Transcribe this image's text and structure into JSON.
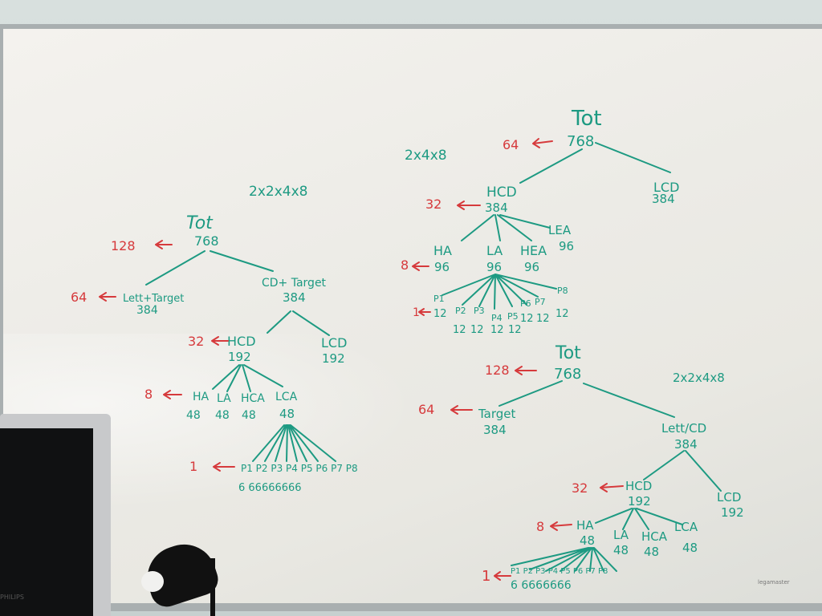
{
  "tree1": {
    "formula": "2x2x4x8",
    "root": {
      "label": "Tot",
      "value": "768",
      "side": "128"
    },
    "l1": [
      {
        "label": "Lett+Target",
        "value": "384",
        "side": "64"
      },
      {
        "label": "CD+ Target",
        "value": "384"
      }
    ],
    "l2": [
      {
        "label": "HCD",
        "value": "192",
        "side": "32"
      },
      {
        "label": "LCD",
        "value": "192"
      }
    ],
    "l3": {
      "side": "8",
      "labels": [
        "HA",
        "LA",
        "HCA",
        "LCA"
      ],
      "values": [
        "48",
        "48",
        "48",
        "48"
      ]
    },
    "l4": {
      "side": "1",
      "labels": "P1 P2 P3 P4 P5 P6 P7 P8",
      "values": "6 66666666"
    }
  },
  "tree2": {
    "formula": "2x4x8",
    "root": {
      "label": "Tot",
      "value": "768",
      "side": "64"
    },
    "l1": [
      {
        "label": "HCD",
        "value": "384",
        "side": "32"
      },
      {
        "label": "LCD",
        "value": "384"
      }
    ],
    "l2": {
      "side": "8",
      "labels": [
        "HA",
        "LA",
        "HEA",
        "LEA"
      ],
      "values": [
        "96",
        "96",
        "96",
        "96"
      ]
    },
    "l3": {
      "side": "1",
      "labels": [
        "P1",
        "P2",
        "P3",
        "P4",
        "P5",
        "P6",
        "P7",
        "P8"
      ],
      "values": [
        "12",
        "12",
        "12",
        "12",
        "12",
        "12",
        "12",
        "12"
      ]
    }
  },
  "tree3": {
    "formula": "2x2x4x8",
    "root": {
      "label": "Tot",
      "value": "768",
      "side": "128"
    },
    "l1": [
      {
        "label": "Target",
        "value": "384",
        "side": "64"
      },
      {
        "label": "Lett/CD",
        "value": "384"
      }
    ],
    "l2": [
      {
        "label": "HCD",
        "value": "192",
        "side": "32"
      },
      {
        "label": "LCD",
        "value": "192"
      }
    ],
    "l3": {
      "side": "8",
      "labels": [
        "HA",
        "LA",
        "HCA",
        "LCA"
      ],
      "values": [
        "48",
        "48",
        "48",
        "48"
      ]
    },
    "l4": {
      "side": "1",
      "labels": "P1 P2 P3 P4 P5 P6 P7 P8",
      "values": "6 6666666"
    }
  },
  "monitor": {
    "brand": "PHILIPS"
  },
  "board_logo": "legamaster"
}
